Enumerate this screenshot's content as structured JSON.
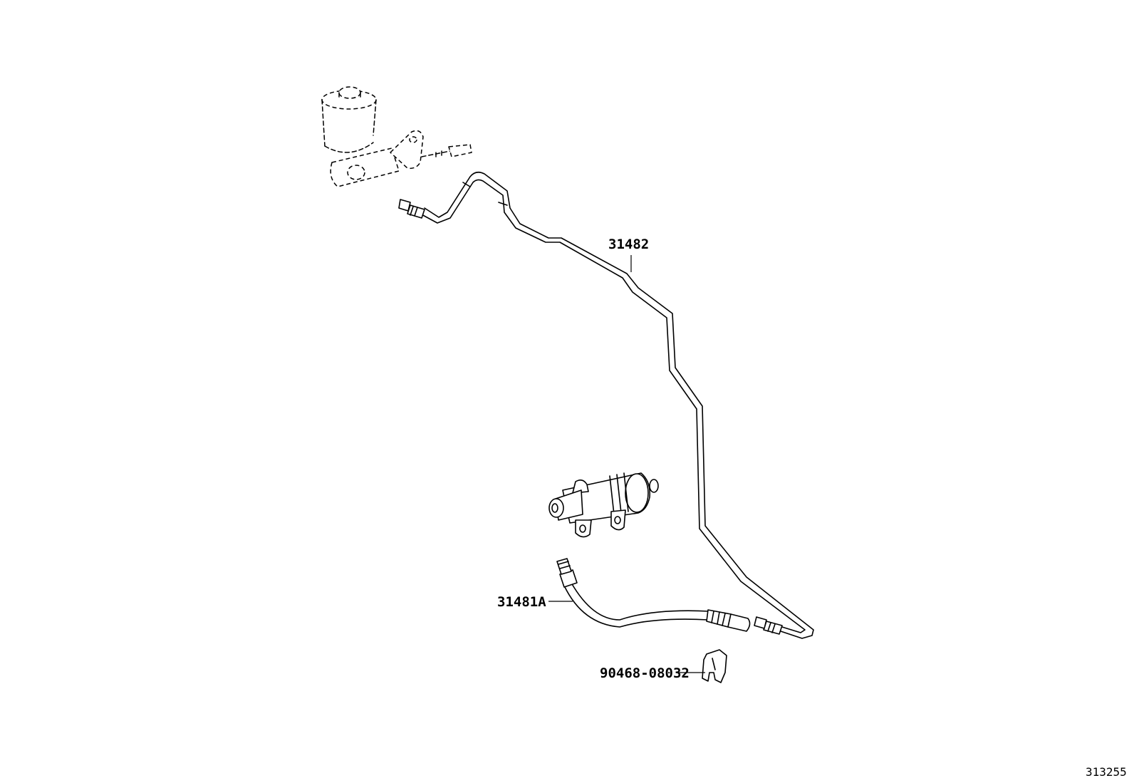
{
  "parts": {
    "clutch_line": {
      "number": "31482"
    },
    "clutch_hose": {
      "number": "31481A"
    },
    "clip": {
      "number": "90468-08032"
    }
  },
  "diagram_id": "313255"
}
